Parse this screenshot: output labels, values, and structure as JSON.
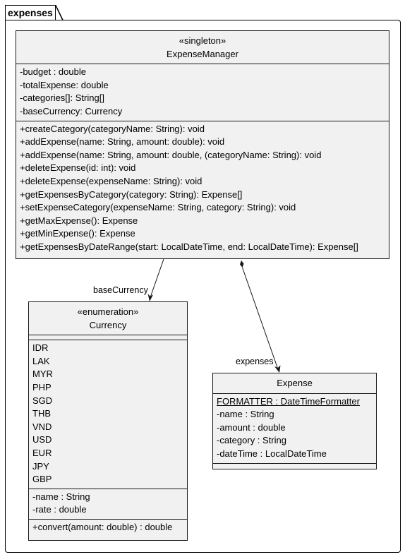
{
  "package": {
    "name": "expenses"
  },
  "classes": {
    "expense_manager": {
      "stereotype": "«singleton»",
      "name": "ExpenseManager",
      "attributes": [
        "-budget : double",
        "-totalExpense: double",
        "-categories[]: String[]",
        "-baseCurrency: Currency"
      ],
      "methods": [
        "+createCategory(categoryName: String): void",
        "+addExpense(name: String, amount: double): void",
        "+addExpense(name: String, amount: double, (categoryName: String): void",
        "+deleteExpense(id: int): void",
        "+deleteExpense(expenseName: String): void",
        "+getExpensesByCategory(category: String): Expense[]",
        "+setExpenseCategory(expenseName: String, category: String): void",
        "+getMaxExpense(): Expense",
        "+getMinExpense(): Expense",
        "+getExpensesByDateRange(start: LocalDateTime, end: LocalDateTime): Expense[]"
      ]
    },
    "currency": {
      "stereotype": "«enumeration»",
      "name": "Currency",
      "literals": [
        "IDR",
        "LAK",
        "MYR",
        "PHP",
        "SGD",
        "THB",
        "VND",
        "USD",
        "EUR",
        "JPY",
        "GBP"
      ],
      "attributes": [
        "-name : String",
        "-rate : double"
      ],
      "methods": [
        "+convert(amount: double) : double"
      ]
    },
    "expense": {
      "name": "Expense",
      "static_attribute": "FORMATTER : DateTimeFormatter",
      "attributes": [
        "-name : String",
        "-amount : double",
        "-category : String",
        "-dateTime : LocalDateTime"
      ]
    }
  },
  "relations": {
    "base_currency": "baseCurrency",
    "expenses": "expenses"
  }
}
